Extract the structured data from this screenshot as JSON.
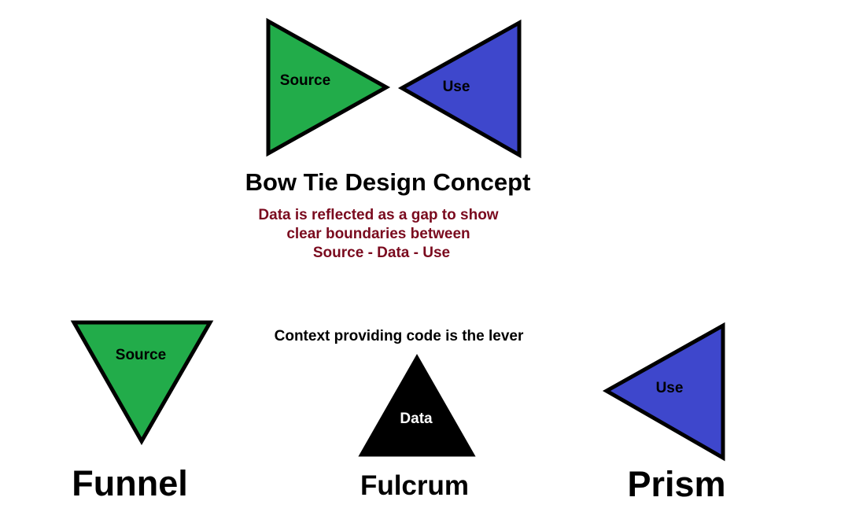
{
  "bowtie": {
    "source_label": "Source",
    "use_label": "Use",
    "title": "Bow Tie Design Concept",
    "description": [
      "Data is reflected as a gap to show",
      "clear boundaries between",
      "Source - Data - Use"
    ]
  },
  "funnel": {
    "shape_label": "Source",
    "title": "Funnel"
  },
  "fulcrum": {
    "caption": "Context providing code is the lever",
    "shape_label": "Data",
    "title": "Fulcrum"
  },
  "prism": {
    "shape_label": "Use",
    "title": "Prism"
  },
  "colors": {
    "source_green": "#22ac4a",
    "use_blue": "#3e47cc",
    "data_black": "#000000",
    "description_maroon": "#7a0a1e",
    "outline": "#000000"
  }
}
